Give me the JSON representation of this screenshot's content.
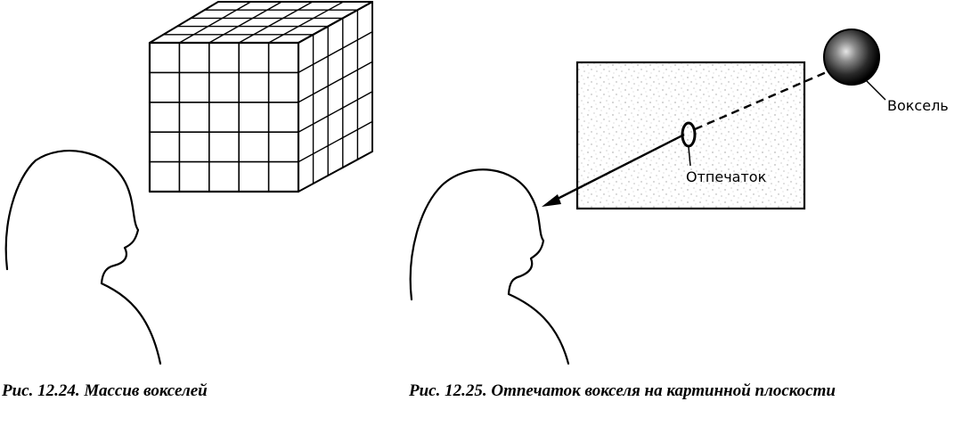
{
  "figure_left": {
    "caption": "Рис. 12.24. Массив вокселей",
    "grid": {
      "columns": 5,
      "rows": 5,
      "depth_layers": 5
    }
  },
  "figure_right": {
    "caption": "Рис. 12.25. Отпечаток вокселя на картинной плоскости",
    "voxel_label": "Воксель",
    "footprint_label": "Отпечаток"
  }
}
